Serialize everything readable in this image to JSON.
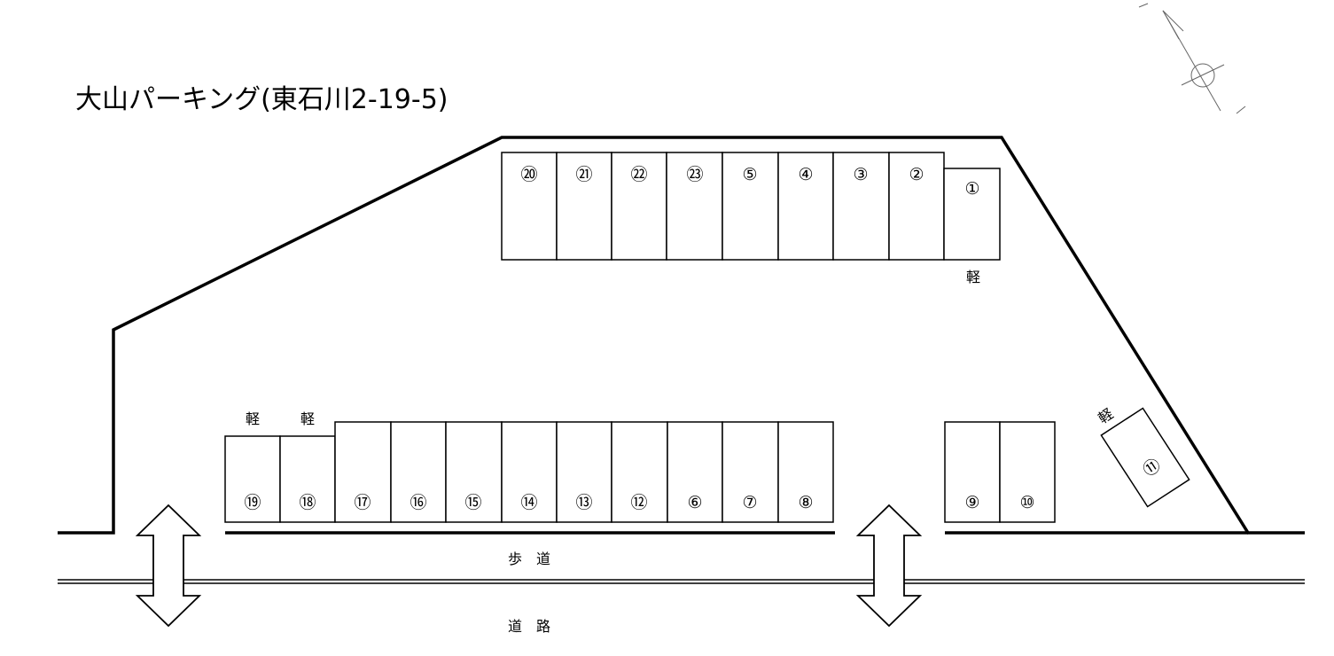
{
  "title": "大山パーキング(東石川2-19-5)",
  "top_row": [
    "⑳",
    "㉑",
    "㉒",
    "㉓",
    "⑤",
    "④",
    "③",
    "②"
  ],
  "stall_1": "①",
  "bottom_row": [
    "⑲",
    "⑱",
    "⑰",
    "⑯",
    "⑮",
    "⑭",
    "⑬",
    "⑫",
    "⑥",
    "⑦",
    "⑧"
  ],
  "right_pair": [
    "⑨",
    "⑩"
  ],
  "angled_stall": "⑪",
  "kei_label": "軽",
  "sidewalk_label": "歩　道",
  "road_label": "道　路"
}
